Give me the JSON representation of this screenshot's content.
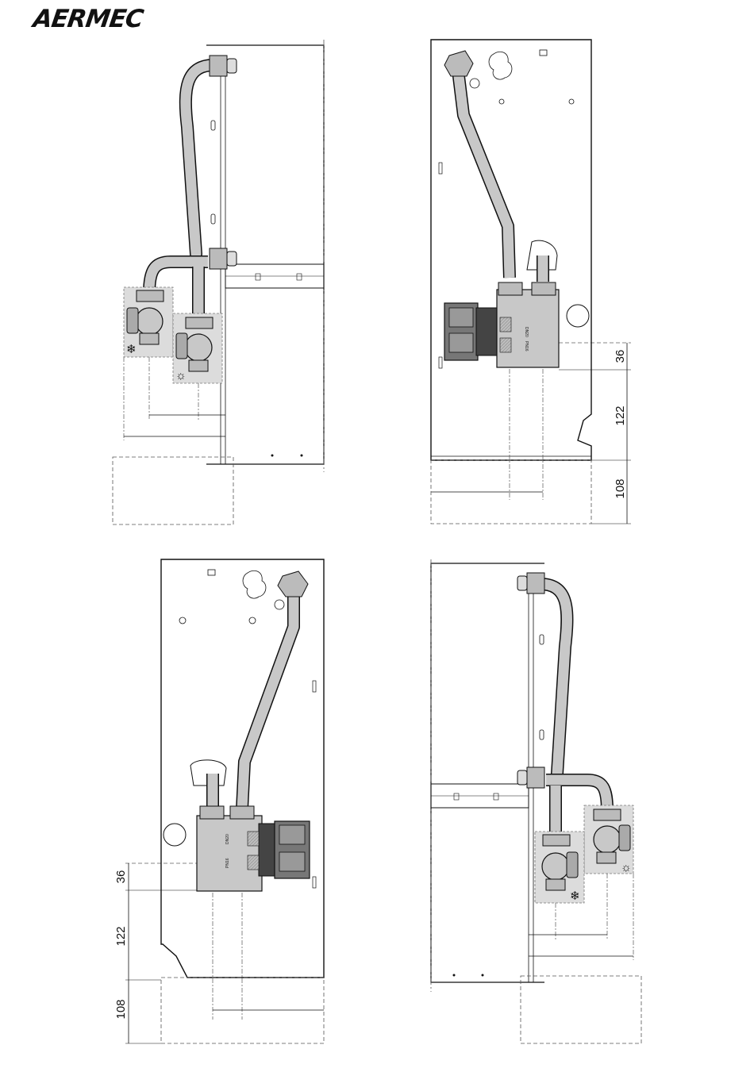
{
  "brand": {
    "logo_text": "AERMEC"
  },
  "colors": {
    "line": "#111111",
    "pipe_fill": "#c8c8c8",
    "pipe_dark": "#9a9a9a",
    "valve_box": "#dcdcdc",
    "dash": "#555555",
    "background": "#ffffff"
  },
  "views": [
    {
      "id": "top-left-side-view",
      "cold_symbol": "❄",
      "hot_symbol": "☼"
    },
    {
      "id": "top-right-front-view",
      "dims": [
        "36",
        "122",
        "108"
      ],
      "valve_labels": [
        "DN20",
        "PN16"
      ]
    },
    {
      "id": "bottom-left-front-view",
      "dims": [
        "36",
        "122",
        "108"
      ],
      "valve_labels": [
        "DN20",
        "PN16"
      ]
    },
    {
      "id": "bottom-right-side-view",
      "cold_symbol": "❄",
      "hot_symbol": "☼"
    }
  ]
}
